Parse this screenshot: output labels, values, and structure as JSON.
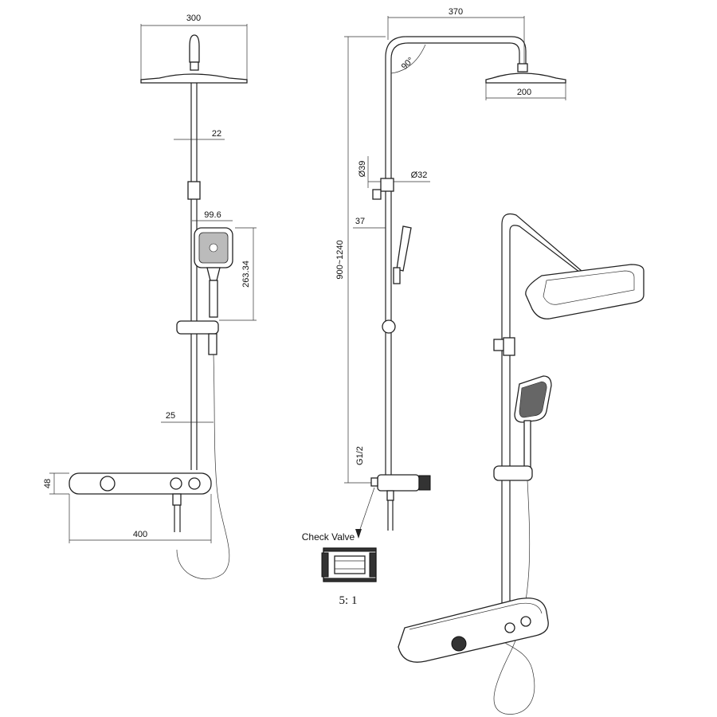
{
  "front_view": {
    "width_head": "300",
    "pipe_diameter": "22",
    "handshower_width": "99.6",
    "handshower_length": "263.34",
    "offset": "25",
    "shelf_height": "48",
    "shelf_width": "400"
  },
  "side_view": {
    "arm_length": "370",
    "angle": "90°",
    "head_width": "200",
    "outer_diameter": "Ø39",
    "inner_diameter": "Ø32",
    "wall_offset": "37",
    "height_range": "900~1240",
    "thread": "G1/2"
  },
  "detail": {
    "callout_label": "Check Valve",
    "scale": "5: 1"
  }
}
